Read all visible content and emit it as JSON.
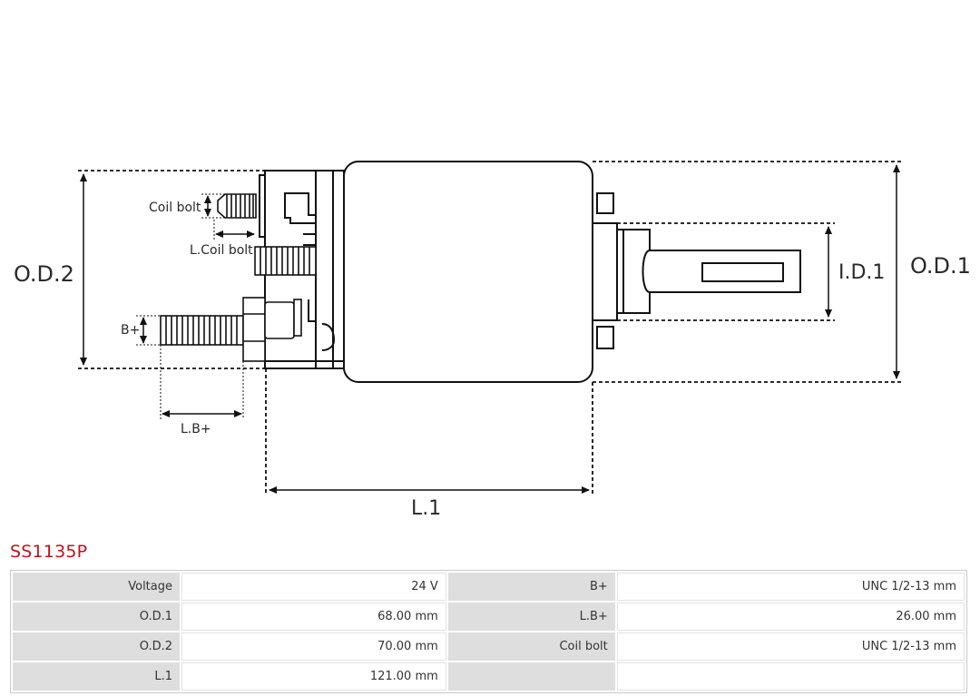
{
  "diagram": {
    "labels": {
      "od2": "O.D.2",
      "od1": "O.D.1",
      "id1": "I.D.1",
      "l1": "L.1",
      "coil_bolt": "Coil bolt",
      "l_coil_bolt": "L.Coil bolt",
      "b_plus": "B+",
      "l_b_plus": "L.B+"
    }
  },
  "product": {
    "code": "SS1135P"
  },
  "specs": {
    "rows": [
      {
        "label1": "Voltage",
        "value1": "24 V",
        "label2": "B+",
        "value2": "UNC 1/2-13 mm"
      },
      {
        "label1": "O.D.1",
        "value1": "68.00 mm",
        "label2": "L.B+",
        "value2": "26.00 mm"
      },
      {
        "label1": "O.D.2",
        "value1": "70.00 mm",
        "label2": "Coil bolt",
        "value2": "UNC 1/2-13 mm"
      },
      {
        "label1": "L.1",
        "value1": "121.00 mm",
        "label2": "",
        "value2": ""
      }
    ]
  },
  "colors": {
    "line": "#111111",
    "part_code": "#c0121b",
    "label_cell": "#dedede"
  }
}
